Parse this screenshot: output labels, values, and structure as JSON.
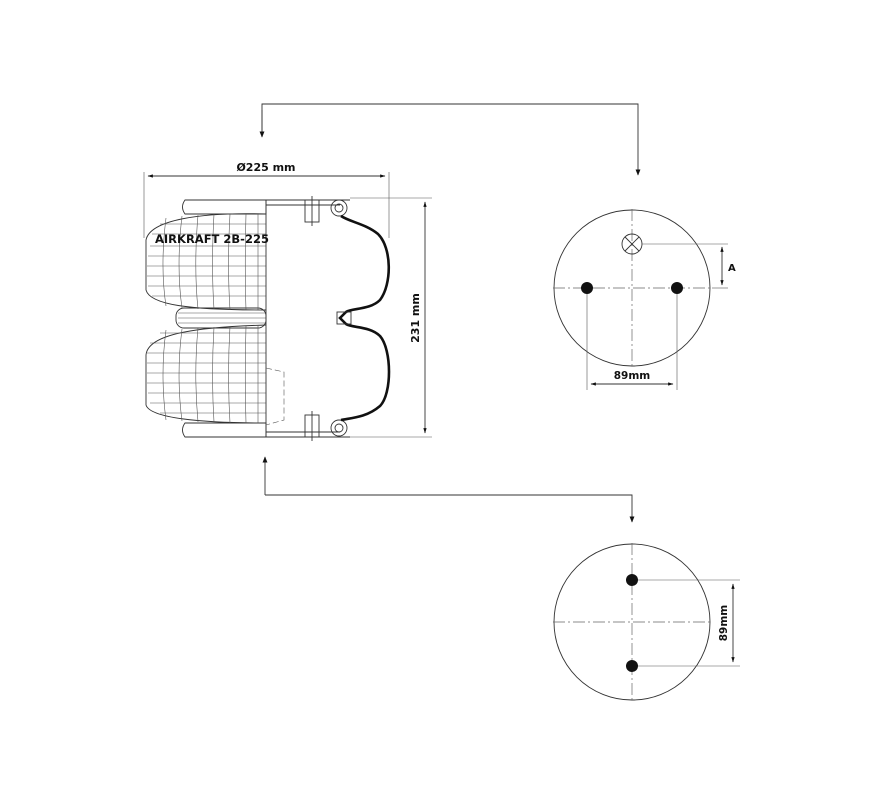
{
  "drawing": {
    "diameter_label": "Ø225 mm",
    "height_label": "231 mm",
    "brand_label": "AIRKRAFT 2B-225",
    "top_plate_spacing_label": "89mm",
    "top_plate_offset_label": "A",
    "bottom_plate_spacing_label": "89mm"
  }
}
